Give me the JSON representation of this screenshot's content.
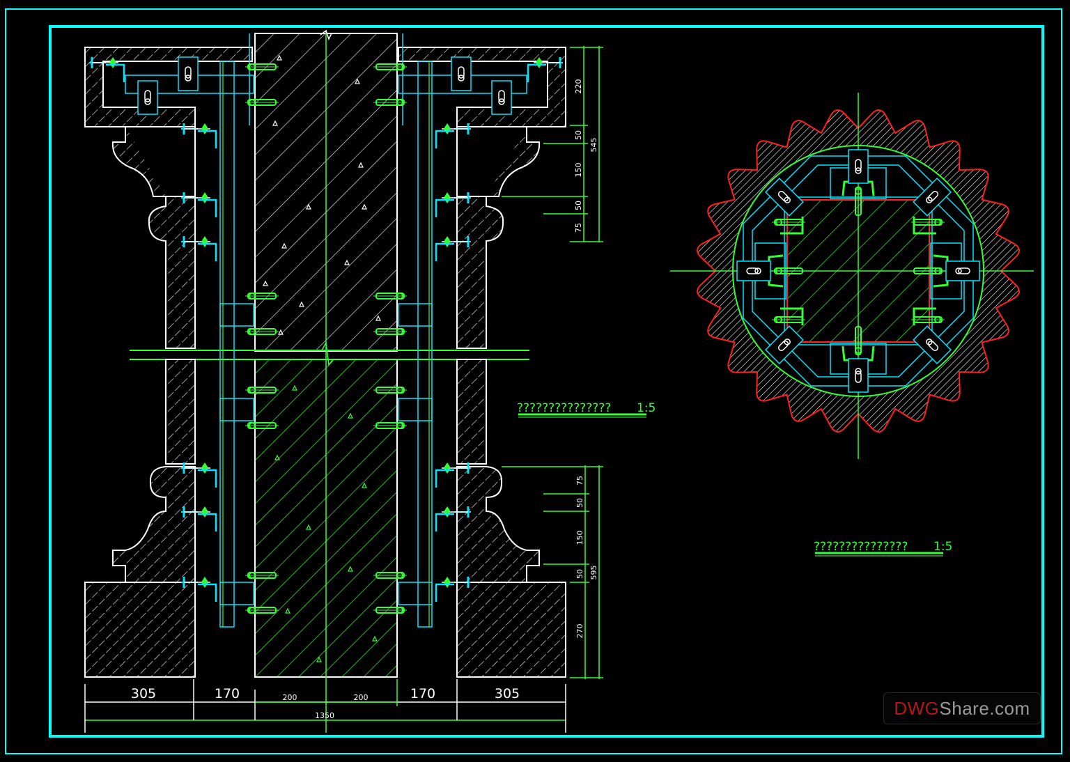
{
  "drawing": {
    "background": "#000000",
    "colors": {
      "frame": "#00ffff",
      "outline": "#ffffff",
      "metal": "#00e5ff",
      "anchor": "#33ff33",
      "concrete_hatch_lower": "#33ff33",
      "stone_profile_plan": "#ff2020"
    },
    "elevation_section": {
      "right_dims_upper": {
        "segments": [
          "220",
          "50",
          "150",
          "50",
          "75"
        ],
        "total": "545"
      },
      "right_dims_lower": {
        "segments": [
          "75",
          "50",
          "150",
          "50",
          "270"
        ],
        "total": "595"
      },
      "bottom_dims": {
        "segments": [
          "305",
          "170",
          "200",
          "200",
          "170",
          "305"
        ],
        "total": "1350"
      },
      "title": "???????????????",
      "scale": "1:5"
    },
    "plan_section": {
      "title": "???????????????",
      "scale": "1:5"
    }
  },
  "watermark": {
    "part1": "DWG",
    "part2": "Share.com"
  }
}
